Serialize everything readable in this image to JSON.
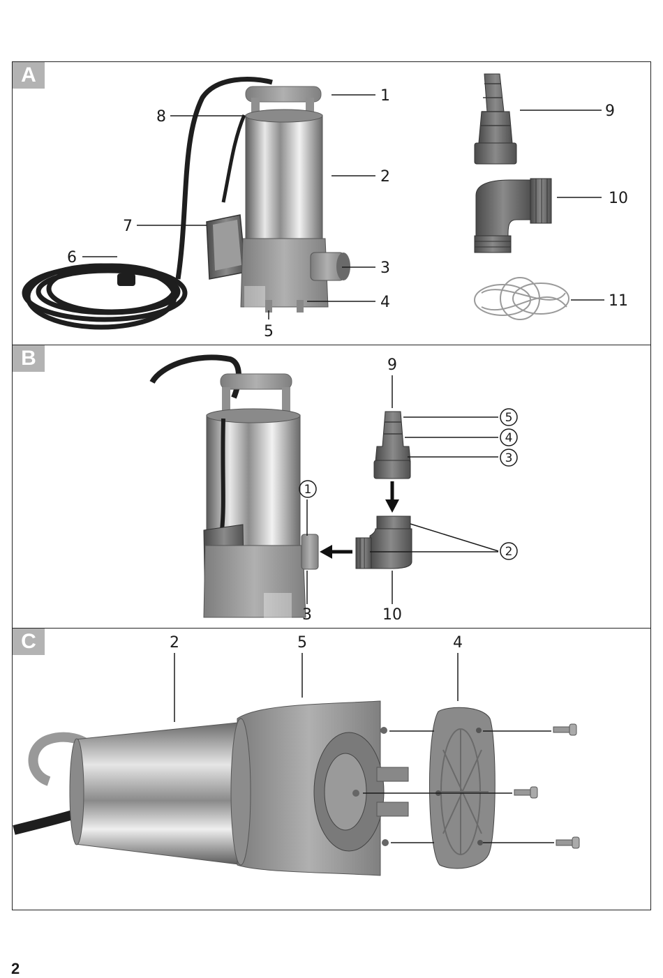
{
  "panels": {
    "a": {
      "tag": "A",
      "labels": {
        "l1": "1",
        "l2": "2",
        "l3": "3",
        "l4": "4",
        "l5": "5",
        "l6": "6",
        "l7": "7",
        "l8": "8",
        "l9": "9",
        "l10": "10",
        "l11": "11"
      }
    },
    "b": {
      "tag": "B",
      "labels": {
        "l9": "9",
        "l10": "10",
        "l3": "3"
      },
      "circled": {
        "c1": "1",
        "c2": "2",
        "c3": "3",
        "c4": "4",
        "c5": "5"
      }
    },
    "c": {
      "tag": "C",
      "labels": {
        "l2": "2",
        "l5": "5",
        "l4": "4"
      }
    }
  },
  "page_number": "2",
  "colors": {
    "frame": "#222222",
    "tag_bg": "#b3b3b3",
    "plastic": "#9a9a9a",
    "steel": "#c8c8c8"
  }
}
